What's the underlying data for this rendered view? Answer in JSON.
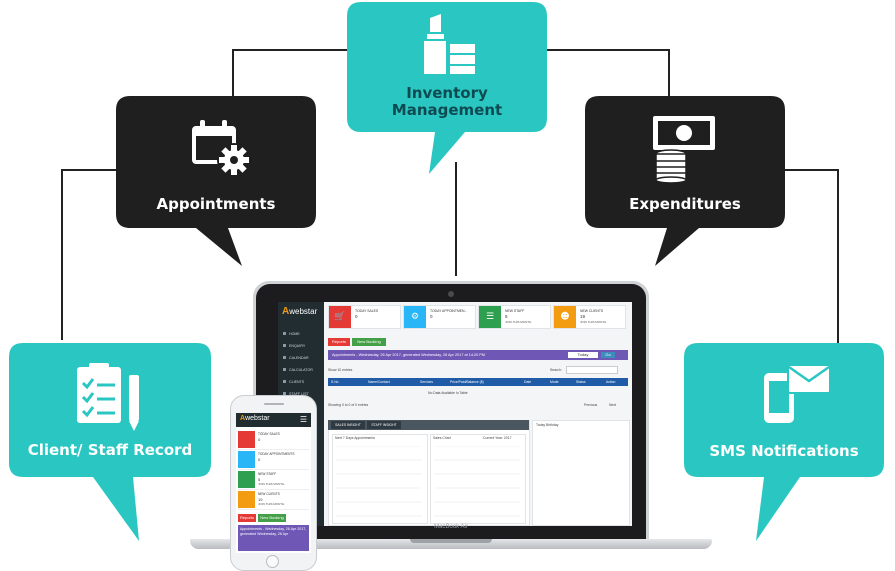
{
  "features": {
    "inventory": {
      "line1": "Inventory",
      "line2": "Management",
      "icon": "inventory-icon"
    },
    "appointments": {
      "label": "Appointments",
      "icon": "calendar-gear-icon"
    },
    "expenditures": {
      "label": "Expenditures",
      "icon": "money-coins-icon"
    },
    "client_record": {
      "label": "Client/ Staff Record",
      "icon": "checklist-pen-icon"
    },
    "sms": {
      "label": "SMS Notifications",
      "icon": "phone-envelope-icon"
    }
  },
  "colors": {
    "teal": "#2ac7c2",
    "dark": "#1f1f1f",
    "connector": "#222222"
  },
  "dashboard": {
    "brand": "webstar",
    "nav": [
      "HOME",
      "ENQUIRY",
      "CALENDAR",
      "CALCULATOR",
      "CLIENTS",
      "STAFF LIST"
    ],
    "stats": [
      {
        "title": "TODAY SALES",
        "value": "0",
        "sub": "",
        "color": "#e53935"
      },
      {
        "title": "TODAY APPOINTMEN...",
        "value": "0",
        "sub": "",
        "color": "#29b6f6"
      },
      {
        "title": "NEW STAFF",
        "value": "5",
        "sub": "JOIN THIS MONTH",
        "color": "#2e9e4f"
      },
      {
        "title": "NEW CLIENTS",
        "value": "19",
        "sub": "JOIN THIS MONTH",
        "color": "#f39c12"
      }
    ],
    "buttons": {
      "reports": "Reports",
      "new_booking": "New Booking"
    },
    "appointments_header": "Appointments - Wednesday, 26 Apr 2017, generated Wednesday, 26 Apr 2017 at 14:20 PM",
    "filter": {
      "today": "Today",
      "go": "Go"
    },
    "show_entries": "Show  10  entries",
    "search_label": "Search:",
    "table_headers": [
      "S.No",
      "Name/Contact",
      "Services",
      "Price/Paid/Balance ($)",
      "Date",
      "Mode",
      "Status",
      "Action"
    ],
    "empty_table": "No Data Available In Table",
    "showing": "Showing 0 to 0 of 0 entries",
    "pager": {
      "previous": "Previous",
      "next": "Next"
    },
    "insight_tabs": [
      "SALES INSIGHT",
      "STAFF INSIGHT"
    ],
    "charts": {
      "appointments_title": "Next 7 Days Appointments",
      "sales_title": "Sales Chart",
      "sales_year": "Current Year: 2017"
    },
    "birthday_title": "Today Birthday",
    "laptop_model": "MacBook Air"
  },
  "phone": {
    "brand": "webstar",
    "stats": [
      {
        "title": "TODAY SALES",
        "value": "0",
        "sub": "",
        "color": "#e53935"
      },
      {
        "title": "TODAY APPOINTMENTS",
        "value": "0",
        "sub": "",
        "color": "#29b6f6"
      },
      {
        "title": "NEW STAFF",
        "value": "5",
        "sub": "JOIN THIS MONTH",
        "color": "#2e9e4f"
      },
      {
        "title": "NEW CLIENTS",
        "value": "19",
        "sub": "JOIN THIS MONTH",
        "color": "#f39c12"
      }
    ],
    "buttons": {
      "reports": "Reports",
      "new_booking": "New Booking"
    },
    "appointments_header": "Appointments - Wednesday, 26 Apr 2017, generated Wednesday, 26 Apr"
  }
}
